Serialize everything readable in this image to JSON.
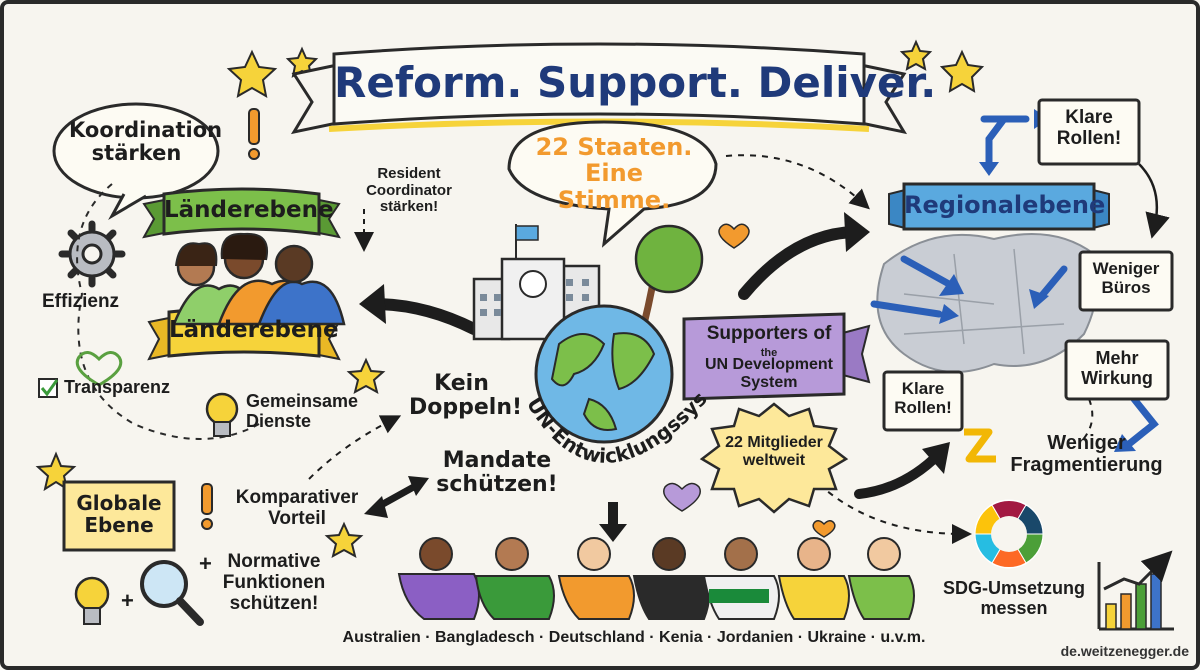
{
  "title": "Reform. Support. Deliver.",
  "speech_main": "22 Staaten. Eine Stimme.",
  "speech_left": "Koordination stärken",
  "resident": "Resident Coordinator stärken!",
  "banner_country_top": "Länderebene",
  "banner_country_bottom": "Länderebene",
  "banner_regional": "Regionalebene",
  "left_items": {
    "effizienz": "Effizienz",
    "transparenz": "Transparenz",
    "dienste": "Gemeinsame Dienste"
  },
  "center": {
    "kein_doppeln": "Kein Doppeln!",
    "mandate": "Mandate schützen!",
    "ring_text": "UN-Entwicklungssystem",
    "supporters": "Supporters of",
    "supporters_the": "the",
    "supporters_rest": "UN Development System",
    "burst": "22 Mitglieder weltweit"
  },
  "global": {
    "box": "Globale Ebene",
    "komparativ": "Komparativer Vorteil",
    "normativ": "Normative Funktionen schützen!",
    "plus": "+",
    "plus2": "+"
  },
  "right": {
    "klare_rollen_top": "Klare Rollen!",
    "weniger_bueros": "Weniger Büros",
    "mehr_wirkung": "Mehr Wirkung",
    "klare_rollen_mid": "Klare Rollen!",
    "weniger_frag": "Weniger Fragmentierung",
    "sdg": "SDG-Umsetzung messen"
  },
  "countries": "Australien · Bangladesch · Deutschland · Kenia · Jordanien · Ukraine · u.v.m.",
  "credit": "de.weitzenegger.de",
  "colors": {
    "navy": "#1f3a7a",
    "green": "#7cbf4a",
    "yellow": "#f6d33a",
    "blue_banner": "#5aa9df",
    "purple": "#b79ad9",
    "orange": "#f29a2e"
  }
}
